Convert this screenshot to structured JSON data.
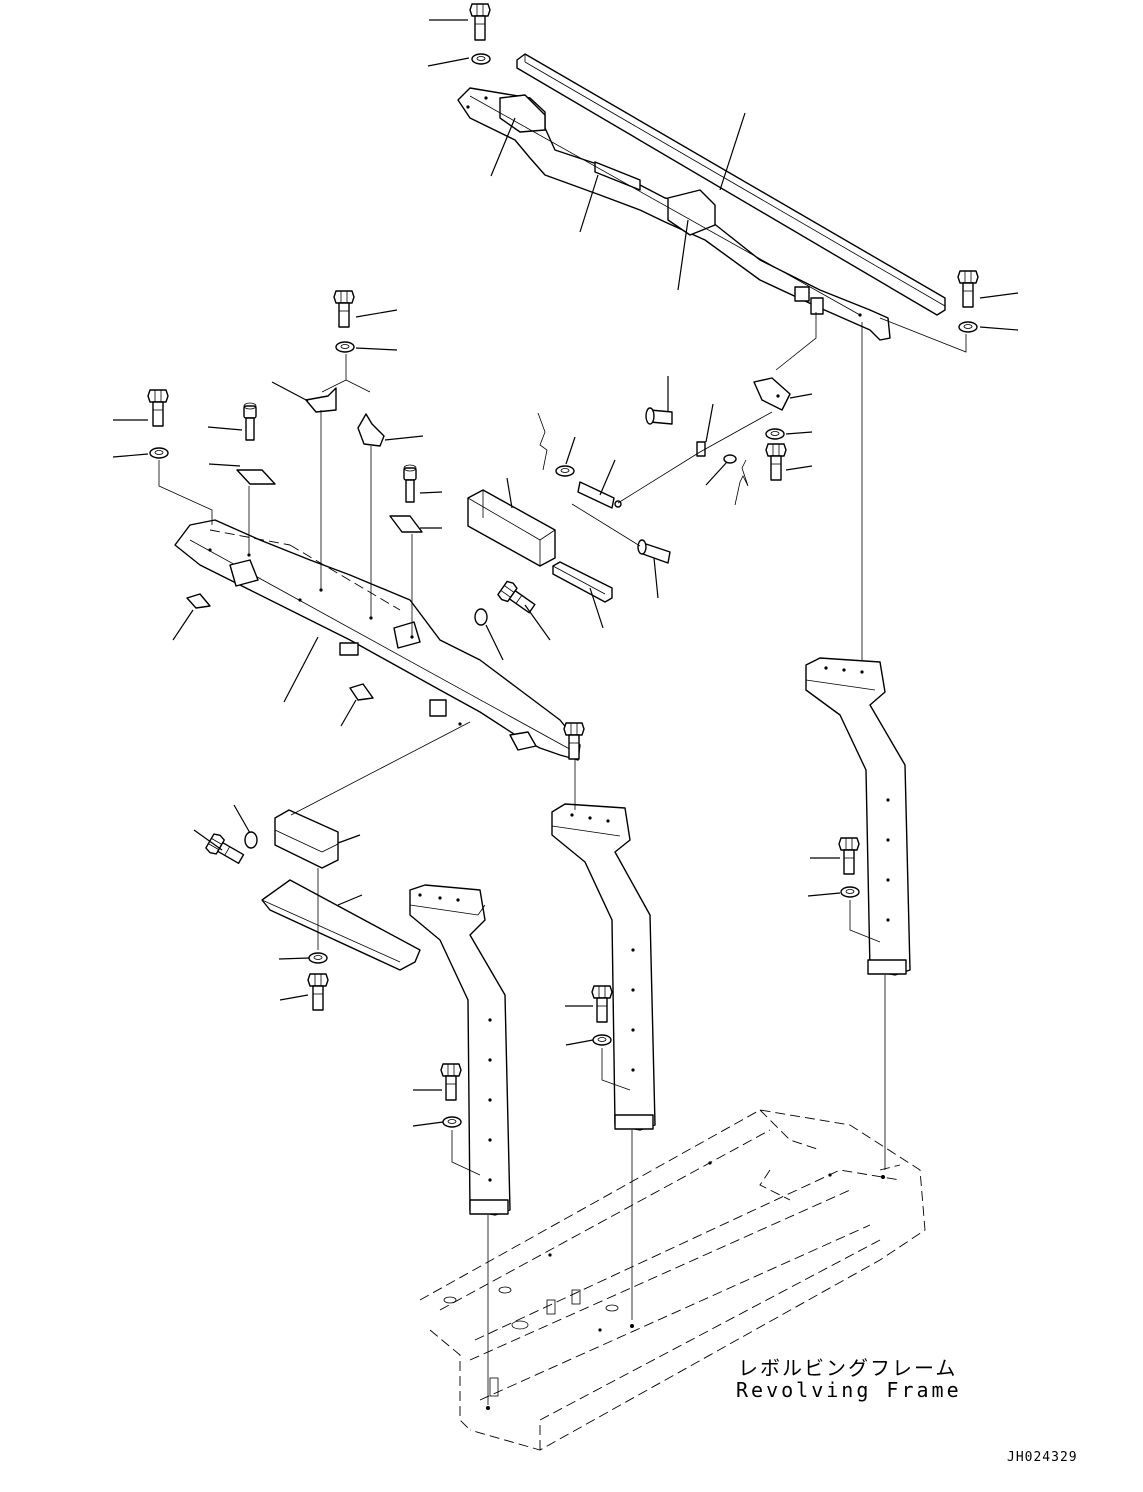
{
  "labels": {
    "frame_name_ja": "レボルビングフレーム",
    "frame_name_en": "Revolving Frame",
    "drawing_code": "JH024329"
  }
}
